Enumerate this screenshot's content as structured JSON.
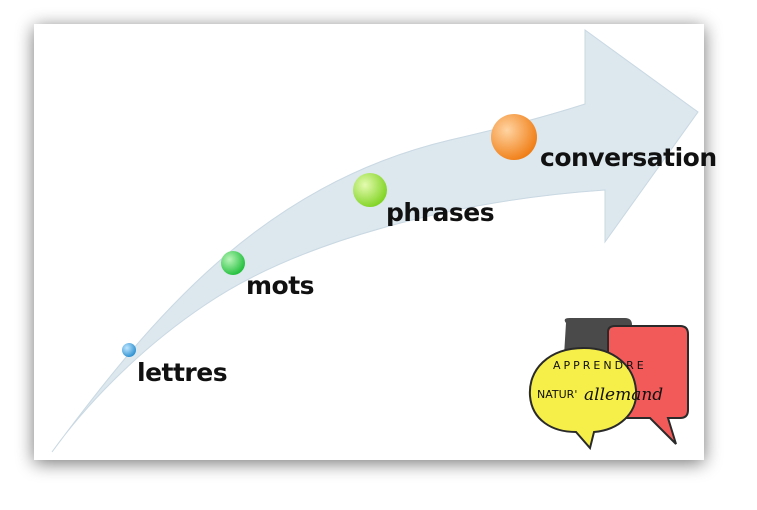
{
  "steps": [
    {
      "label": "lettres",
      "color": "#2a8fd0"
    },
    {
      "label": "mots",
      "color": "#1fbf3a"
    },
    {
      "label": "phrases",
      "color": "#7fd321"
    },
    {
      "label": "conversation",
      "color": "#f07d14"
    }
  ],
  "logo": {
    "line1": "APPRENDRE",
    "line2": "NATUR'",
    "line2_script": "allemand",
    "colors": {
      "dark": "#4a4a4a",
      "red": "#f25a5a",
      "yellow": "#f6ef4a"
    }
  },
  "colors": {
    "arrow": "#dce7ee",
    "frame_shadow": "#9a9a9a",
    "frame": "#ffffff"
  }
}
